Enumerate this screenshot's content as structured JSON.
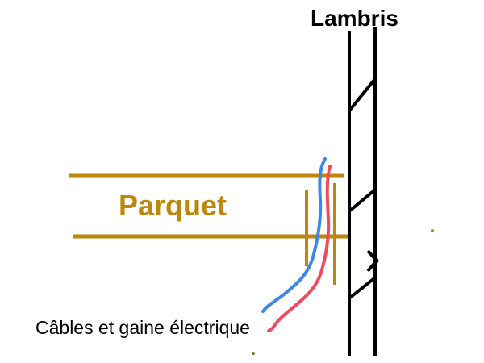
{
  "diagram": {
    "labels": {
      "lambris": "Lambris",
      "parquet": "Parquet",
      "cables": "Câbles et gaine électrique"
    },
    "colors": {
      "wall": "#000000",
      "wood": "#BE860B",
      "cable_blue": "#3E86E8",
      "cable_red": "#F2495C",
      "text": "#000000",
      "stray_dot": "#7D7D2A",
      "background": "#FFFFFF"
    }
  }
}
